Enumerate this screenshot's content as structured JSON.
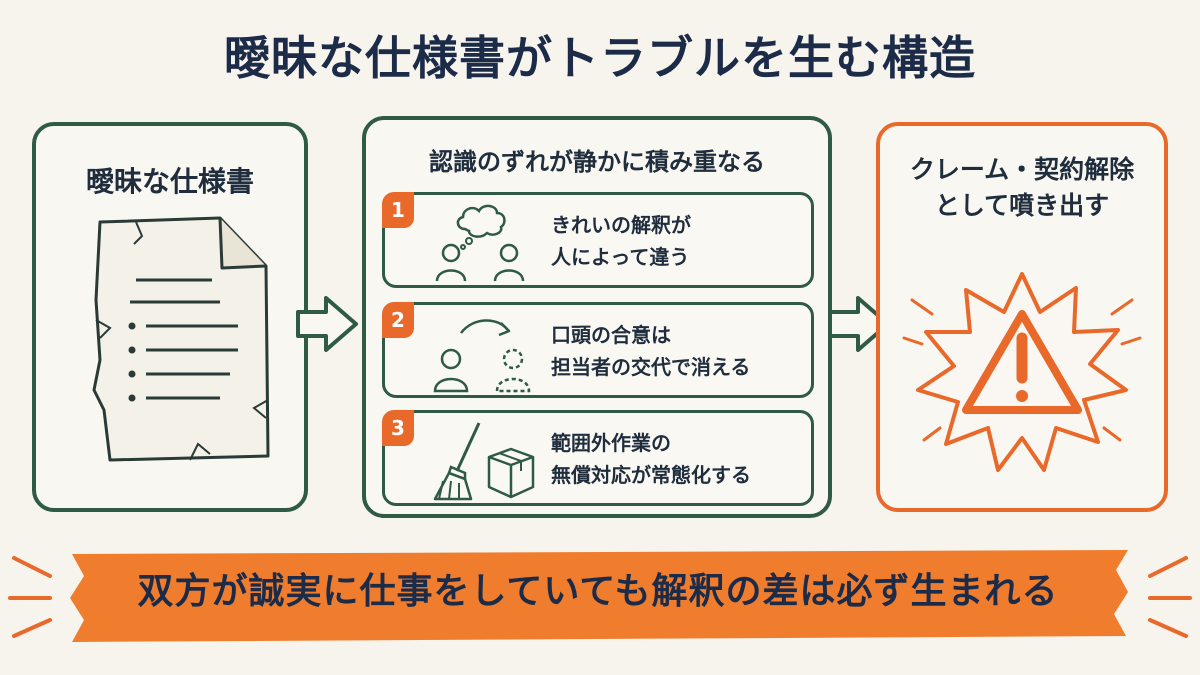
{
  "title": "曖昧な仕様書がトラブルを生む構造",
  "panels": {
    "left": {
      "title": "曖昧な仕様書"
    },
    "middle": {
      "title": "認識のずれが静かに積み重なる",
      "items": [
        {
          "number": "1",
          "line1": "きれいの解釈が",
          "line2": "人によって違う"
        },
        {
          "number": "2",
          "line1": "口頭の合意は",
          "line2": "担当者の交代で消える"
        },
        {
          "number": "3",
          "line1": "範囲外作業の",
          "line2": "無償対応が常態化する"
        }
      ]
    },
    "right": {
      "line1": "クレーム・契約解除",
      "line2": "として噴き出す"
    }
  },
  "banner": {
    "text": "双方が誠実に仕事をしていても解釈の差は必ず生まれる"
  },
  "colors": {
    "green": "#2f5a44",
    "orange": "#e8692a",
    "navy": "#1c2b47",
    "background": "#f7f4ee"
  }
}
